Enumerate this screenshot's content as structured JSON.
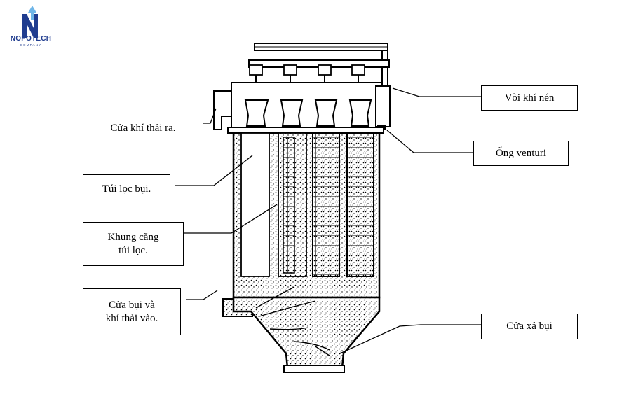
{
  "logo": {
    "name": "NOPOTECH",
    "sub": "COMPANY"
  },
  "labels": {
    "voi_khi_nen": "Vòi khí nén",
    "cua_khi_thai_ra": "Cửa khí thải ra.",
    "ong_venturi": "Ống venturi",
    "tui_loc_bui": "Túi lọc bụi.",
    "khung_cang": "Khung căng\ntúi lọc.",
    "cua_bui_vao": "Cửa bụi và\nkhí thải vào.",
    "cua_xa_bui": "Cửa xả bụi"
  },
  "colors": {
    "logo_blue": "#1f3c8f",
    "logo_light": "#6fb6e8",
    "line": "#000000"
  }
}
